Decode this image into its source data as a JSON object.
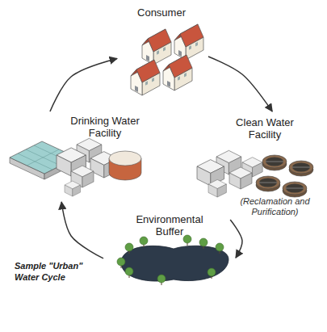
{
  "diagram": {
    "nodes": [
      {
        "text": [
          "Consumer"
        ]
      },
      {
        "text": [
          "Clean Water Facility",
          "(Reclamation and Purification)"
        ]
      },
      {
        "text": [
          "Environmental Buffer"
        ]
      },
      {
        "text": [
          "Drinking Water Facility"
        ]
      }
    ],
    "edges": [
      {
        "from": 0,
        "to": 1,
        "arrow": "to"
      },
      {
        "from": 1,
        "to": 2,
        "arrow": "to"
      },
      {
        "from": 2,
        "to": 3,
        "arrow": "to"
      },
      {
        "from": 3,
        "to": 0,
        "arrow": "to"
      }
    ],
    "labels": [
      "Sample \"Urban\" Water Cycle"
    ]
  }
}
